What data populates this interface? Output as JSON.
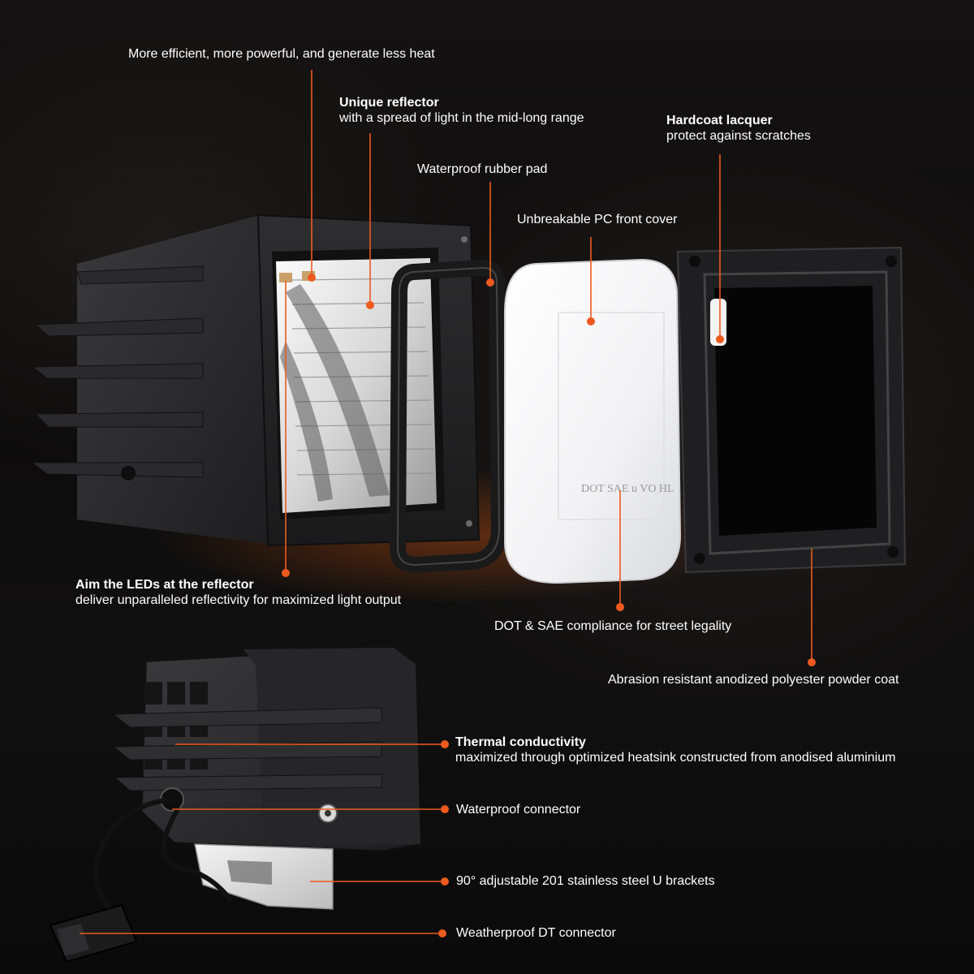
{
  "callouts": {
    "efficient": {
      "desc": "More efficient, more powerful, and generate less heat"
    },
    "reflector": {
      "title": "Unique reflector",
      "desc": "with a spread of light in the mid-long range"
    },
    "hardcoat": {
      "title": "Hardcoat lacquer",
      "desc": "protect against scratches"
    },
    "rubber_pad": {
      "desc": "Waterproof rubber pad"
    },
    "pc_cover": {
      "desc": "Unbreakable PC front cover"
    },
    "aim_leds": {
      "title": "Aim the LEDs at the reflector",
      "desc": "deliver unparalleled reflectivity for maximized light output"
    },
    "dot_sae": {
      "desc": "DOT & SAE compliance for street legality"
    },
    "powder_coat": {
      "desc": "Abrasion resistant anodized polyester powder coat"
    },
    "thermal": {
      "title": "Thermal conductivity",
      "desc": "maximized through optimized heatsink constructed from anodised  aluminium"
    },
    "connector": {
      "desc": "Waterproof connector"
    },
    "brackets": {
      "desc": "90° adjustable 201 stainless steel U brackets"
    },
    "dt_connector": {
      "desc": "Weatherproof DT connector"
    }
  },
  "lens_marking": "DOT SAE u VO HL",
  "colors": {
    "accent": "#ee5a1e",
    "text": "#ffffff",
    "housing": "#2b2b2d",
    "background": "#0d0c0c"
  }
}
